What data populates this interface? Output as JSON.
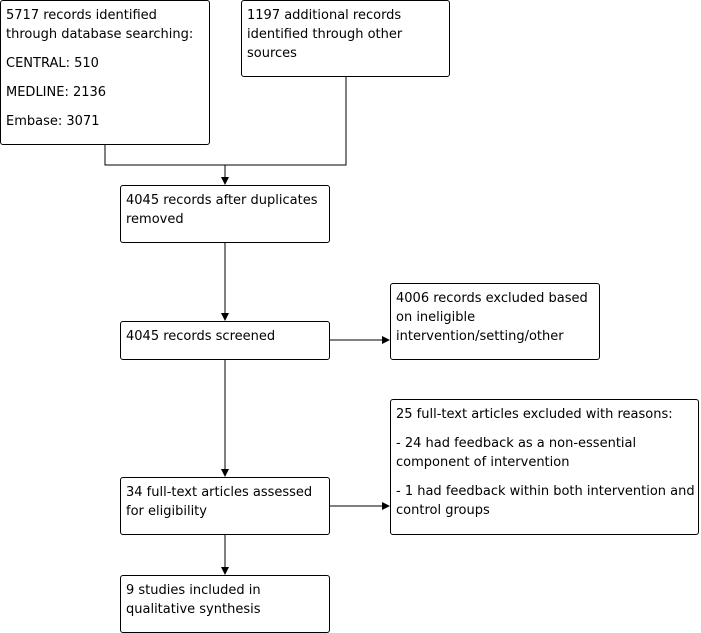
{
  "boxes": {
    "database": {
      "lines": [
        "5717 records identified",
        "through database searching:"
      ],
      "sources": [
        "CENTRAL: 510",
        "MEDLINE: 2136",
        "Embase: 3071"
      ]
    },
    "other_sources": {
      "lines": [
        "1197 additional records",
        "identified through other",
        "sources"
      ]
    },
    "after_duplicates": {
      "lines": [
        "4045 records after duplicates",
        "removed"
      ]
    },
    "screened": {
      "lines": [
        "4045 records screened"
      ]
    },
    "excluded_screening": {
      "lines": [
        "4006 records excluded based",
        "on ineligible",
        "intervention/setting/other"
      ]
    },
    "full_text_assessed": {
      "lines": [
        "34 full-text articles assessed",
        "for eligibility"
      ]
    },
    "full_text_excluded": {
      "heading": "25 full-text articles excluded with reasons:",
      "reason1": [
        "- 24 had feedback as a non-essential",
        "component of intervention"
      ],
      "reason2": [
        "- 1 had feedback within both intervention and",
        "control groups"
      ]
    },
    "included": {
      "lines": [
        "9 studies included in",
        "qualitative synthesis"
      ]
    }
  }
}
